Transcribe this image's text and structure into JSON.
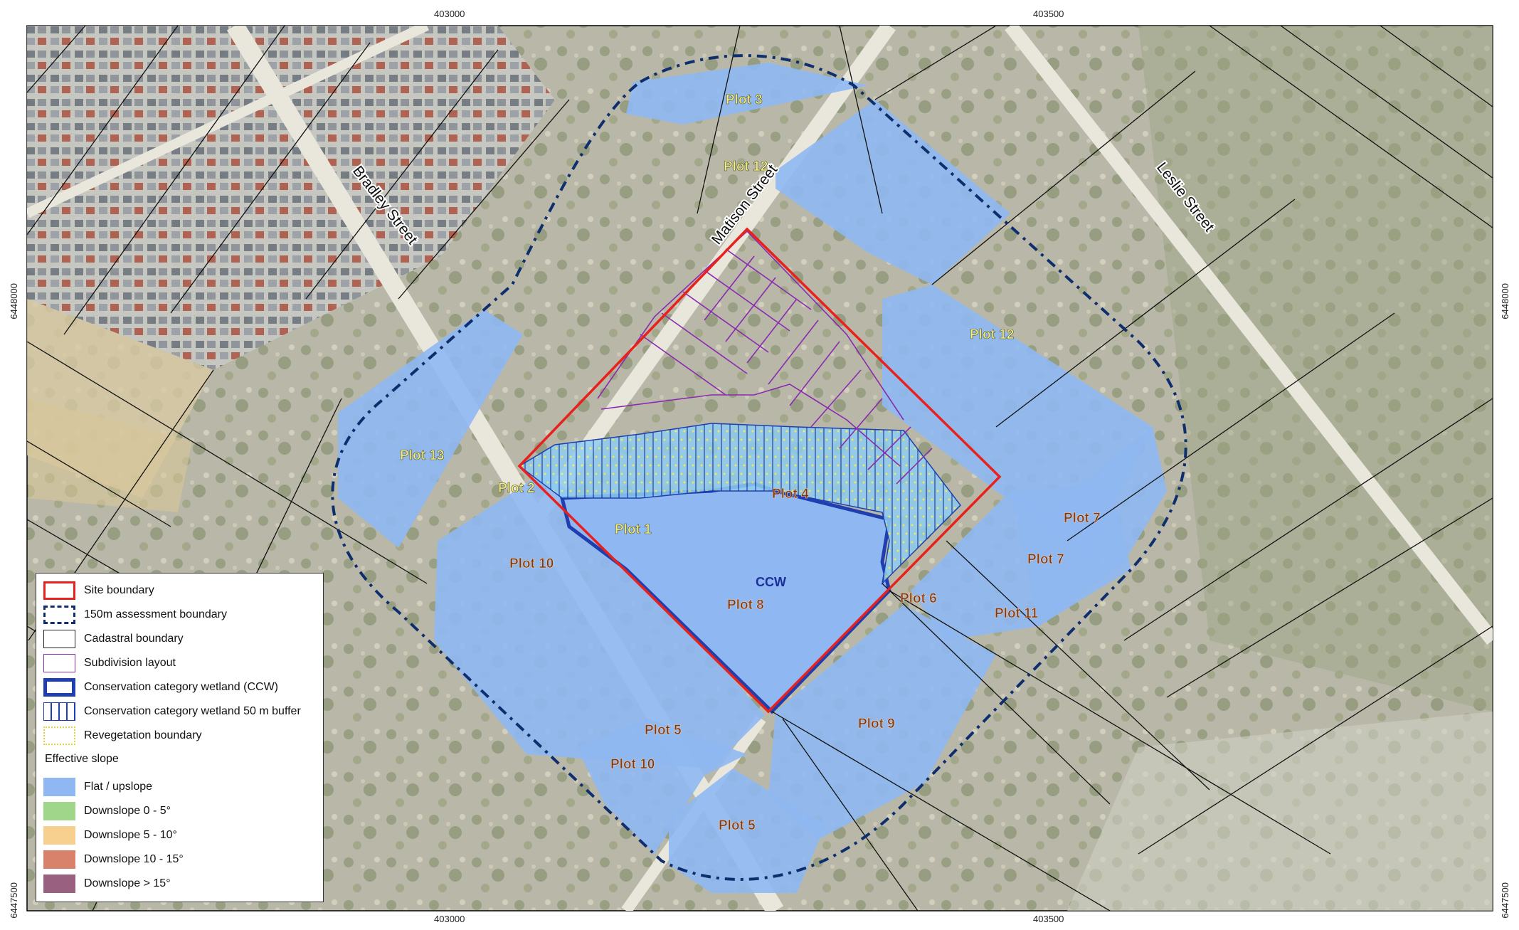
{
  "map": {
    "coords": {
      "top": [
        "403000",
        "403500"
      ],
      "bottom": [
        "403000",
        "403500"
      ],
      "left": [
        "6448000",
        "6447500"
      ],
      "right": [
        "6448000",
        "6447500"
      ]
    },
    "streets": {
      "bradley": "Bradley Street",
      "matison": "Matison Street",
      "leslie": "Leslie Street"
    },
    "plots": [
      {
        "id": "plot3",
        "text": "Plot 3",
        "color": "#f2f08a"
      },
      {
        "id": "plot12a",
        "text": "Plot 12",
        "color": "#f2f08a"
      },
      {
        "id": "plot12b",
        "text": "Plot 12",
        "color": "#f2f08a"
      },
      {
        "id": "plot13",
        "text": "Plot 13",
        "color": "#f2f08a"
      },
      {
        "id": "plot2",
        "text": "Plot 2",
        "color": "#f2f08a"
      },
      {
        "id": "plot4",
        "text": "Plot 4",
        "color": "#7a3a1a"
      },
      {
        "id": "plot1",
        "text": "Plot 1",
        "color": "#f2f08a"
      },
      {
        "id": "plot10a",
        "text": "Plot 10",
        "color": "#7a3a1a"
      },
      {
        "id": "plot7a",
        "text": "Plot 7",
        "color": "#7a3a1a"
      },
      {
        "id": "plot7b",
        "text": "Plot 7",
        "color": "#7a3a1a"
      },
      {
        "id": "plot6",
        "text": "Plot 6",
        "color": "#7a3a1a"
      },
      {
        "id": "plot11",
        "text": "Plot 11",
        "color": "#7a3a1a"
      },
      {
        "id": "plot8",
        "text": "Plot 8",
        "color": "#7a3a1a"
      },
      {
        "id": "plot9",
        "text": "Plot 9",
        "color": "#7a3a1a"
      },
      {
        "id": "plot5a",
        "text": "Plot 5",
        "color": "#7a3a1a"
      },
      {
        "id": "plot10b",
        "text": "Plot 10",
        "color": "#7a3a1a"
      },
      {
        "id": "plot5b",
        "text": "Plot 5",
        "color": "#7a3a1a"
      }
    ],
    "ccw_label": "CCW",
    "colors": {
      "flat_upslope": "#8fb8f2",
      "site_boundary": "#e8211c",
      "assessment_boundary": "#0f2e6e",
      "ccw": "#1f3fb0",
      "subdivision": "#8a2ab0"
    }
  },
  "legend": {
    "site_boundary": "Site boundary",
    "assessment_boundary": "150m assessment boundary",
    "cadastral": "Cadastral boundary",
    "subdivision": "Subdivision layout",
    "ccw": "Conservation category wetland (CCW)",
    "ccw_buffer": "Conservation category wetland 50 m buffer",
    "revegetation": "Revegetation boundary",
    "heading": "Effective slope",
    "slopes": [
      {
        "label": "Flat / upslope",
        "color": "#8fb8f2"
      },
      {
        "label": "Downslope 0 - 5°",
        "color": "#9fd68a"
      },
      {
        "label": "Downslope 5 - 10°",
        "color": "#f7d08f"
      },
      {
        "label": "Downslope 10 - 15°",
        "color": "#d9826b"
      },
      {
        "label": "Downslope > 15°",
        "color": "#9a6080"
      }
    ]
  }
}
